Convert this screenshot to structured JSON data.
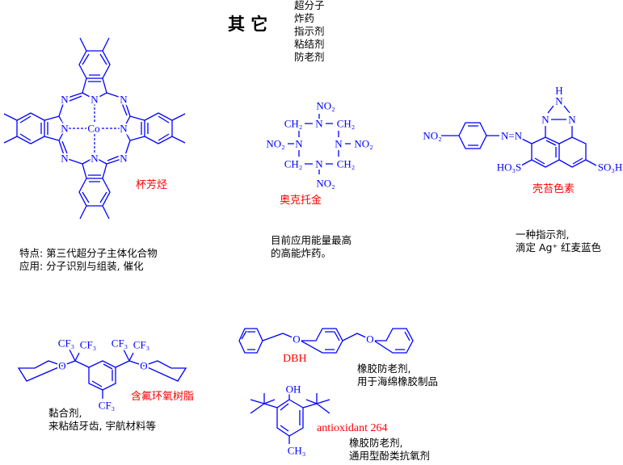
{
  "title": "其 它",
  "categories": [
    "超分子",
    "炸药",
    "指示剂",
    "粘结剂",
    "防老剂"
  ],
  "phthalocyanine": {
    "label": "杯芳烃",
    "atom_n": "N",
    "atom_co": "Co",
    "desc": [
      "特点: 第三代超分子主体化合物",
      "应用: 分子识别与组装, 催化"
    ]
  },
  "octogen": {
    "label": "奥克托金",
    "no2": "NO₂",
    "n": "N",
    "ch2": "CH₂",
    "desc": [
      "目前应用能量最高",
      "的高能炸药。"
    ]
  },
  "dye": {
    "label": "壳苔色素",
    "no2": "NO₂",
    "azo": "N=N",
    "n": "N",
    "h": "H",
    "ho3s": "HO₃S",
    "so3h": "SO₃H",
    "desc": [
      "一种指示剂,",
      "滴定 Ag⁺ 红麦蓝色"
    ]
  },
  "epoxy": {
    "label": "含氟环氧树脂",
    "cf3": "CF₃",
    "o": "O",
    "desc": [
      "黏合剂,",
      "来粘结牙齿, 宇航材料等"
    ]
  },
  "dbh": {
    "label": "DBH",
    "o": "O",
    "desc": [
      "橡胶防老剂,",
      "用于海绵橡胶制品"
    ]
  },
  "antioxidant": {
    "label": "antioxidant 264",
    "oh": "OH",
    "ch3": "CH₃",
    "desc": [
      "橡胶防老剂,",
      "通用型酚类抗氧剂"
    ]
  }
}
